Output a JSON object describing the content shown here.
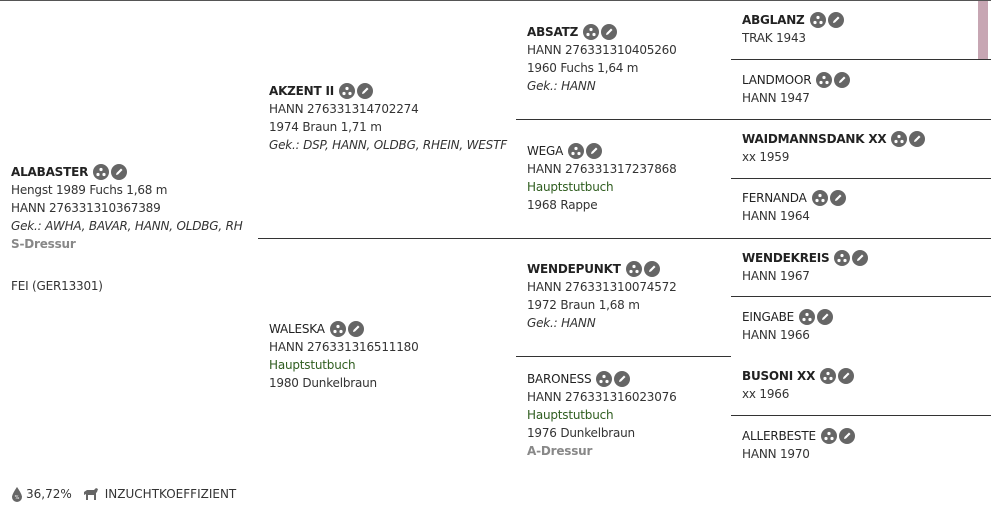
{
  "root": {
    "name": "ALABASTER",
    "line1": "Hengst 1989 Fuchs 1,68 m",
    "line2": "HANN 276331310367389",
    "line3": "Gek.: AWHA, BAVAR, HANN, OLDBG, RHEIN, W",
    "line4": "S-Dressur",
    "fei": "FEI (GER13301)"
  },
  "gen1": [
    {
      "name": "AKZENT II",
      "l1": "HANN 276331314702274",
      "l2": "1974 Braun 1,71 m",
      "l3": "Gek.: DSP, HANN, OLDBG, RHEIN, WESTF"
    },
    {
      "name": "WALESKA",
      "l1": "HANN 276331316511180",
      "l2": "Hauptstutbuch",
      "l3": "1980 Dunkelbraun"
    }
  ],
  "gen2": [
    {
      "name": "ABSATZ",
      "l1": "HANN 276331310405260",
      "l2": "1960 Fuchs 1,64 m",
      "l3": "Gek.: HANN"
    },
    {
      "name": "WEGA",
      "l1": "HANN 276331317237868",
      "l2": "Hauptstutbuch",
      "l3": "1968 Rappe"
    },
    {
      "name": "WENDEPUNKT",
      "l1": "HANN 276331310074572",
      "l2": "1972 Braun 1,68 m",
      "l3": "Gek.: HANN"
    },
    {
      "name": "BARONESS",
      "l1": "HANN 276331316023076",
      "l2": "Hauptstutbuch",
      "l3": "1976 Dunkelbraun",
      "l4": "A-Dressur"
    }
  ],
  "gen3": [
    {
      "name": "ABGLANZ",
      "l1": "TRAK 1943"
    },
    {
      "name": "LANDMOOR",
      "l1": "HANN 1947"
    },
    {
      "name": "WAIDMANNSDANK XX",
      "l1": "xx 1959"
    },
    {
      "name": "FERNANDA",
      "l1": "HANN 1964"
    },
    {
      "name": "WENDEKREIS",
      "l1": "HANN 1967"
    },
    {
      "name": "EINGABE",
      "l1": "HANN 1966"
    },
    {
      "name": "BUSONI XX",
      "l1": "xx 1966"
    },
    {
      "name": "ALLERBESTE",
      "l1": "HANN 1970"
    }
  ],
  "footer": {
    "percent": "36,72%",
    "label": "INZUCHTKOEFFIZIENT"
  },
  "icons": [
    "pedigree-icon",
    "edit-icon"
  ]
}
